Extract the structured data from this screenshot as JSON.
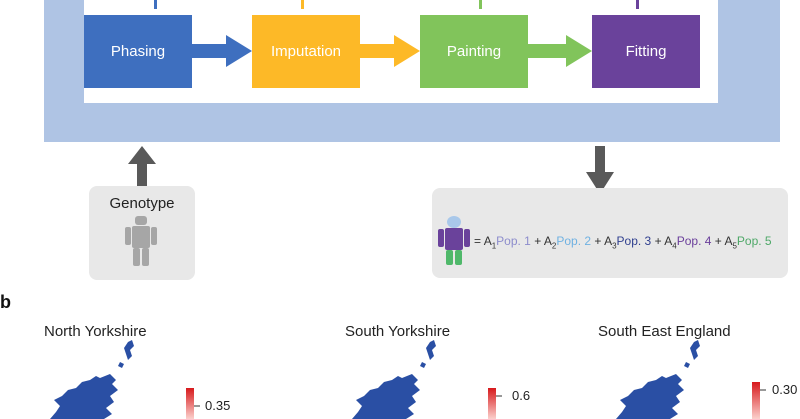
{
  "pipeline": {
    "steps": [
      {
        "label": "Phasing",
        "color": "#3e6fbf"
      },
      {
        "label": "Imputation",
        "color": "#fdb927"
      },
      {
        "label": "Painting",
        "color": "#81c45b"
      },
      {
        "label": "Fitting",
        "color": "#6a429b"
      }
    ],
    "frame_color": "#afc4e4"
  },
  "input_panel": {
    "label": "Genotype",
    "figure_color": "#a6a6a6"
  },
  "output_panel": {
    "formula": {
      "equals": "= ",
      "terms": [
        {
          "coef": "A",
          "sub": "1",
          "pop": "Pop. 1",
          "color": "#8c8ccc",
          "sep": " + "
        },
        {
          "coef": "A",
          "sub": "2",
          "pop": "Pop. 2",
          "color": "#6fb1e2",
          "sep": " + "
        },
        {
          "coef": "A",
          "sub": "3",
          "pop": "Pop. 3",
          "color": "#2f3f8f",
          "sep": " + "
        },
        {
          "coef": "A",
          "sub": "4",
          "pop": "Pop. 4",
          "color": "#6a3e9b",
          "sep": " + "
        },
        {
          "coef": "A",
          "sub": "5",
          "pop": "Pop. 5",
          "color": "#4ea868",
          "sep": ""
        }
      ]
    },
    "figure_colors": {
      "head": "#a9c8ea",
      "body": "#6a429b",
      "legs": "#4fb86a"
    }
  },
  "section_b": {
    "label": "b",
    "maps": [
      {
        "title": "North Yorkshire",
        "scale_max_label": "0.35"
      },
      {
        "title": "South Yorkshire",
        "scale_max_label": "0.6"
      },
      {
        "title": "South East England",
        "scale_max_label": "0.30"
      }
    ],
    "map_color": "#2a4fa4",
    "scale_color": "#e3342b"
  }
}
